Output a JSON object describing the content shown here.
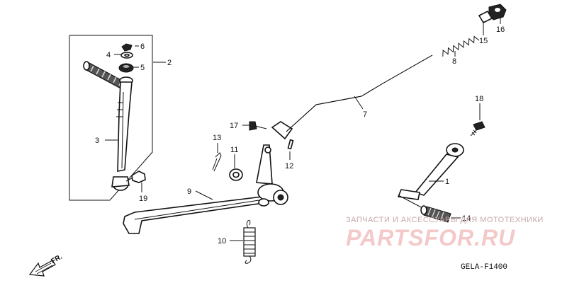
{
  "callouts": {
    "c1": "1",
    "c2": "2",
    "c3": "3",
    "c4": "4",
    "c5": "5",
    "c6": "6",
    "c7": "7",
    "c8": "8",
    "c9": "9",
    "c10": "10",
    "c11": "11",
    "c12": "12",
    "c13": "13",
    "c14": "14",
    "c15": "15",
    "c16": "16",
    "c17": "17",
    "c18": "18",
    "c19": "19"
  },
  "direction_label": "FR.",
  "diagram_code": "GELA-F1400",
  "watermark": {
    "caption": "ЗАПЧАСТИ И АКСЕССУАРЫ ДЛЯ МОТОТЕХНИКИ",
    "logo": "PARTSFOR.RU",
    "color": "#f3c9c9"
  }
}
